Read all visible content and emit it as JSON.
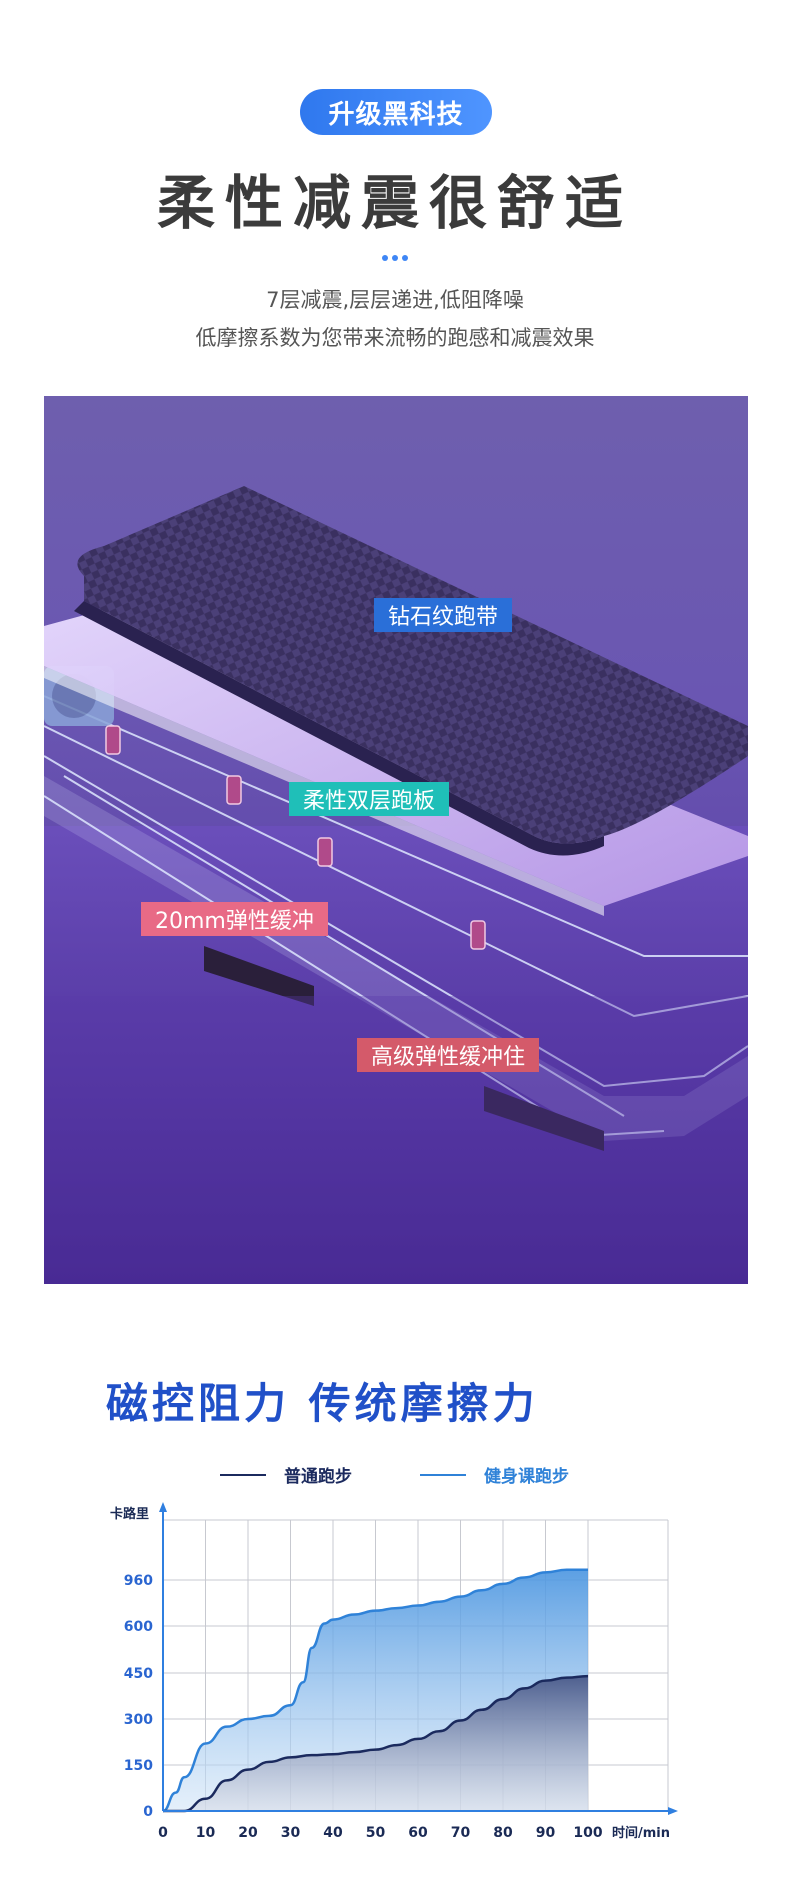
{
  "header": {
    "badge": "升级黑科技",
    "title": "柔性减震很舒适",
    "subtitle_1": "7层减震,层层递进,低阻降噪",
    "subtitle_2": "低摩擦系数为您带来流畅的跑感和减震效果"
  },
  "hero": {
    "tags": [
      {
        "label": "钻石纹跑带",
        "color": "#2a6fd8"
      },
      {
        "label": "柔性双层跑板",
        "color": "#1fbfb8"
      },
      {
        "label": "20mm弹性缓冲",
        "color": "#e86a86"
      },
      {
        "label": "高级弹性缓冲住",
        "color": "#d45a6a"
      }
    ]
  },
  "section2": {
    "title": "磁控阻力 传统摩擦力"
  },
  "chart_data": {
    "type": "area",
    "title": "",
    "xlabel": "时间/min",
    "ylabel": "卡路里",
    "x_ticks": [
      0,
      10,
      20,
      30,
      40,
      50,
      60,
      70,
      80,
      90,
      100
    ],
    "y_ticks": [
      0,
      150,
      300,
      450,
      600,
      960
    ],
    "ylim": [
      0,
      1200
    ],
    "xlim": [
      0,
      100
    ],
    "grid": true,
    "legend_position": "top",
    "series": [
      {
        "name": "普通跑步",
        "color": "#1b2a5e",
        "x": [
          0,
          5,
          10,
          15,
          20,
          25,
          30,
          35,
          40,
          45,
          50,
          55,
          60,
          65,
          70,
          75,
          80,
          85,
          90,
          95,
          100
        ],
        "y": [
          0,
          0,
          40,
          100,
          135,
          160,
          175,
          182,
          185,
          192,
          200,
          215,
          235,
          260,
          295,
          330,
          365,
          400,
          425,
          435,
          440
        ]
      },
      {
        "name": "健身课跑步",
        "color": "#2f82d8",
        "x": [
          0,
          3,
          5,
          10,
          15,
          20,
          25,
          30,
          33,
          35,
          38,
          40,
          45,
          50,
          55,
          60,
          65,
          70,
          75,
          80,
          85,
          90,
          95,
          100
        ],
        "y": [
          0,
          60,
          110,
          220,
          275,
          300,
          310,
          345,
          420,
          530,
          620,
          650,
          690,
          720,
          740,
          760,
          790,
          830,
          880,
          930,
          980,
          1020,
          1040,
          1040
        ]
      }
    ]
  }
}
